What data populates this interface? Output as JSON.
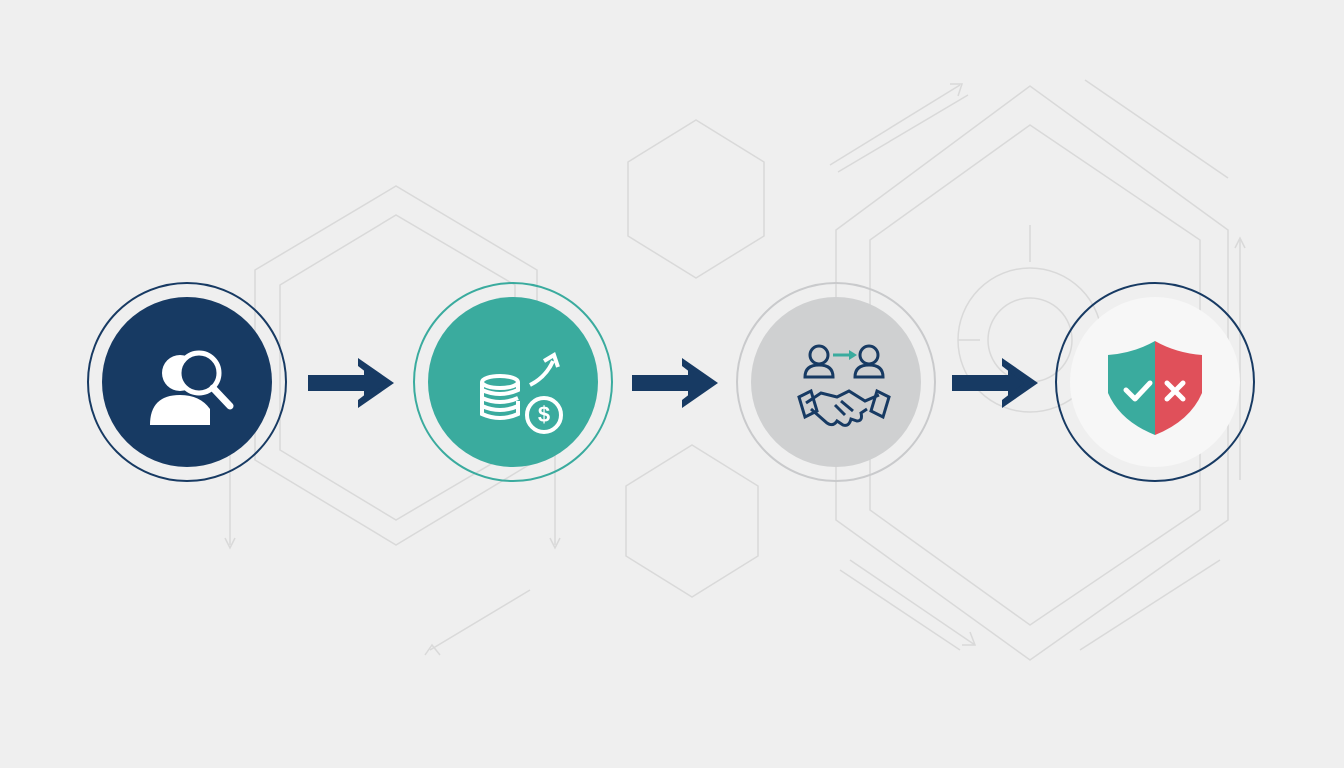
{
  "diagram": {
    "steps": [
      {
        "id": "search-person",
        "icon": "person-search-icon",
        "disc_color": "#173a63",
        "ring_color": "#173a63"
      },
      {
        "id": "money-growth",
        "icon": "coins-dollar-growth-icon",
        "disc_color": "#3aab9e",
        "ring_color": "#3aab9e"
      },
      {
        "id": "handshake-transfer",
        "icon": "handshake-transfer-icon",
        "disc_color": "#cfd0d1",
        "ring_color": "#c9cacc"
      },
      {
        "id": "approve-reject",
        "icon": "shield-check-cross-icon",
        "disc_color": "#f7f7f7",
        "ring_color": "#173a63"
      }
    ],
    "connector": "right-arrow",
    "colors": {
      "navy": "#173a63",
      "teal": "#3aab9e",
      "red": "#e0505a",
      "gray": "#cfd0d1",
      "background": "#efefef"
    }
  }
}
